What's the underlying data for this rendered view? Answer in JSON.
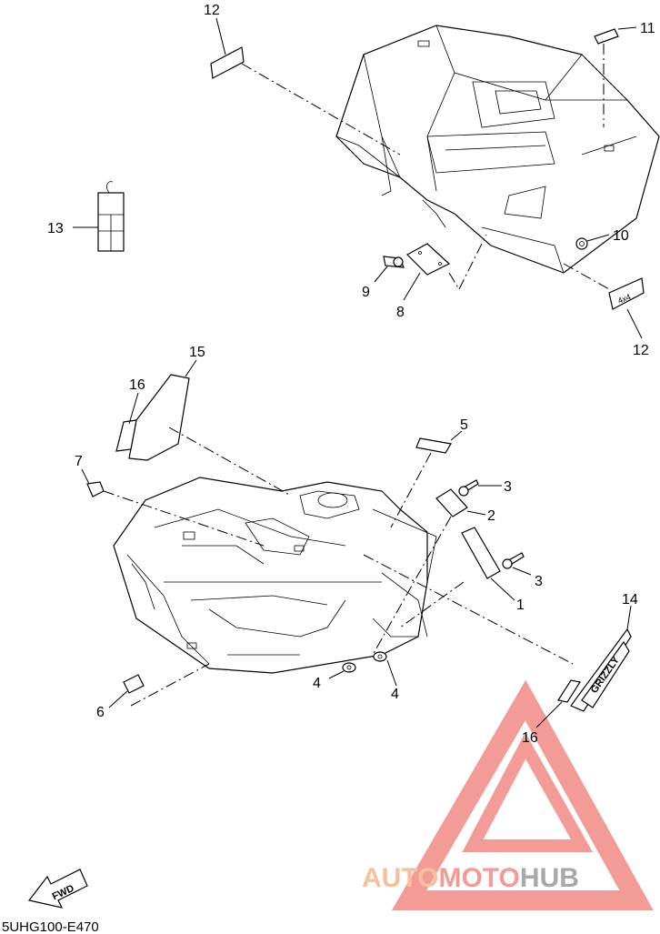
{
  "callouts": [
    {
      "id": "c12a",
      "label": "12"
    },
    {
      "id": "c11",
      "label": "11"
    },
    {
      "id": "c13",
      "label": "13"
    },
    {
      "id": "c10",
      "label": "10"
    },
    {
      "id": "c9",
      "label": "9"
    },
    {
      "id": "c8",
      "label": "8"
    },
    {
      "id": "c12b",
      "label": "12"
    },
    {
      "id": "c15",
      "label": "15"
    },
    {
      "id": "c16a",
      "label": "16"
    },
    {
      "id": "c7",
      "label": "7"
    },
    {
      "id": "c5",
      "label": "5"
    },
    {
      "id": "c3a",
      "label": "3"
    },
    {
      "id": "c2",
      "label": "2"
    },
    {
      "id": "c3b",
      "label": "3"
    },
    {
      "id": "c1",
      "label": "1"
    },
    {
      "id": "c14",
      "label": "14"
    },
    {
      "id": "c4a",
      "label": "4"
    },
    {
      "id": "c4b",
      "label": "4"
    },
    {
      "id": "c6",
      "label": "6"
    },
    {
      "id": "c16b",
      "label": "16"
    }
  ],
  "fwd_label": "FWD",
  "diagram_code": "5UHG100-E470",
  "watermark": {
    "part1": "AUTO",
    "part2": "MOTO",
    "part3": "HUB",
    "color1": "#f7b48c",
    "color2": "#f08a86",
    "color3": "#9a9a9a"
  },
  "decals": {
    "rear_decal": "4x4",
    "side_decal": "GRIZZLY"
  }
}
